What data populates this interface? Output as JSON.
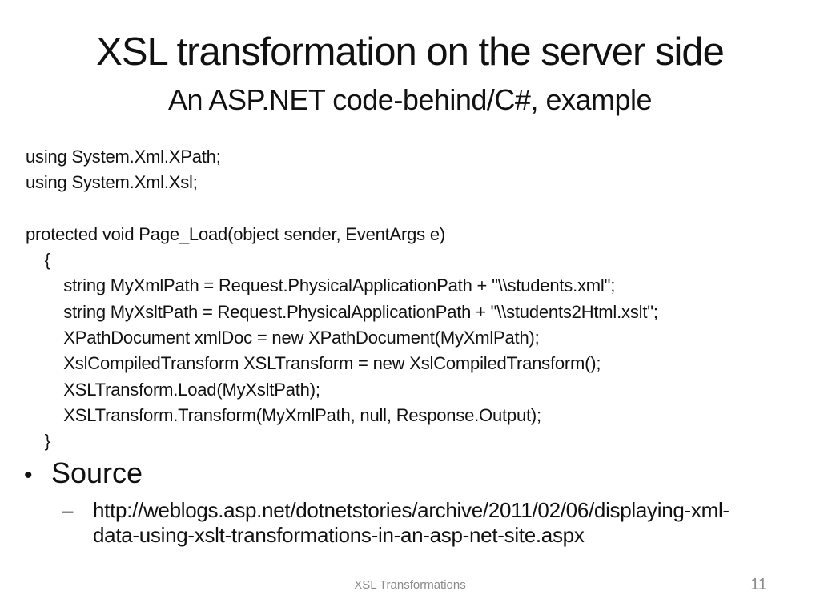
{
  "slide": {
    "title": "XSL transformation on the server side",
    "subtitle": "An ASP.NET code-behind/C#, example",
    "code": {
      "lines": [
        "using System.Xml.XPath;",
        "using System.Xml.Xsl;",
        "",
        "protected void Page_Load(object sender, EventArgs e)",
        "    {",
        "        string MyXmlPath = Request.PhysicalApplicationPath + \"\\\\students.xml\";",
        "        string MyXsltPath = Request.PhysicalApplicationPath + \"\\\\students2Html.xslt\";",
        "        XPathDocument xmlDoc = new XPathDocument(MyXmlPath);",
        "        XslCompiledTransform XSLTransform = new XslCompiledTransform();",
        "        XSLTransform.Load(MyXsltPath);",
        "        XSLTransform.Transform(MyXmlPath, null, Response.Output);",
        "    }"
      ]
    },
    "source": {
      "bullet": "•",
      "label": "Source",
      "dash": "–",
      "url_lines": [
        "http://weblogs.asp.net/dotnetstories/archive/2011/02/06/displaying-xml-",
        "data-using-xslt-transformations-in-an-asp-net-site.aspx"
      ]
    },
    "footer": {
      "text": "XSL Transformations",
      "page_number": "11"
    },
    "colors": {
      "background": "#ffffff",
      "text": "#111111",
      "footer_text": "#8a8a8a"
    }
  }
}
